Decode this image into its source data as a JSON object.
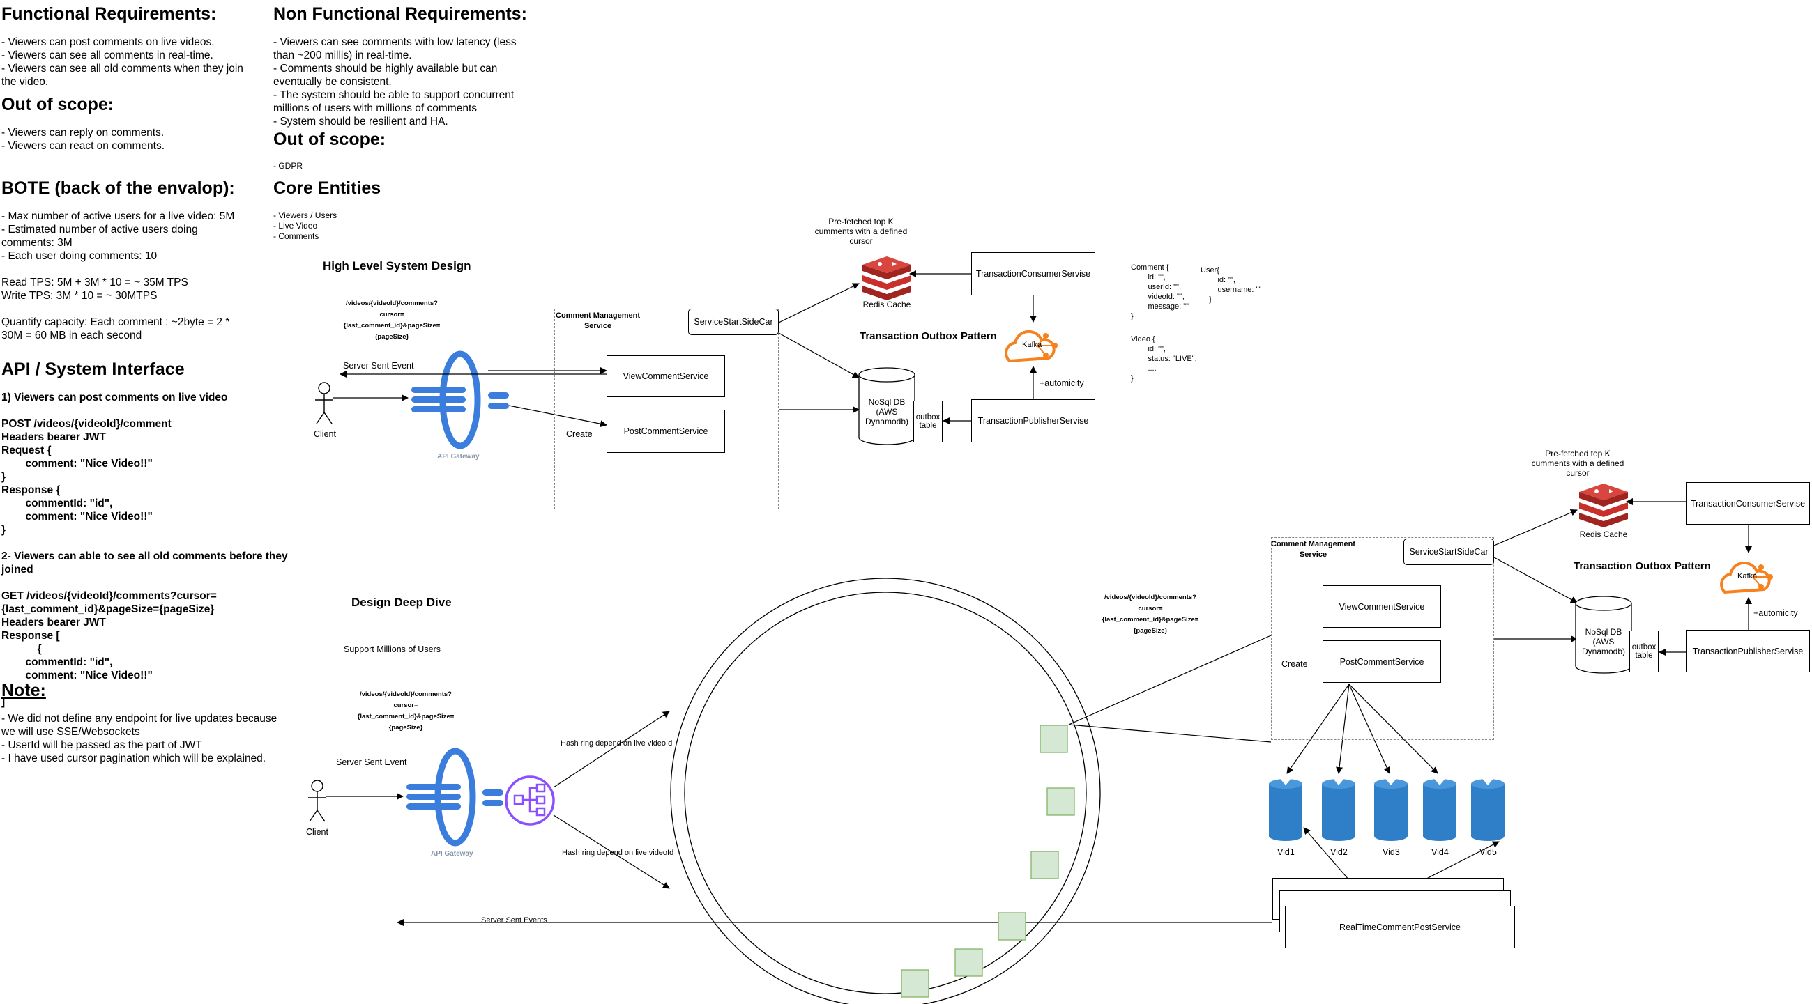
{
  "requirements": {
    "functional_title": "Functional Requirements:",
    "functional_text": "- Viewers can post comments on live videos.\n- Viewers can see all comments in real-time.\n- Viewers can see all old comments when they join\nthe video.",
    "out_scope_title": "Out of scope:",
    "out_scope_text": "- Viewers can reply on comments.\n- Viewers can react on comments.",
    "bote_title": "BOTE (back of the envalop):",
    "bote_text": "- Max number of active users for a live video: 5M\n- Estimated number of active users doing\ncomments: 3M\n- Each user doing comments: 10\n\nRead TPS: 5M + 3M * 10 = ~ 35M TPS\nWrite TPS: 3M * 10 = ~ 30MTPS\n\nQuantify capacity: Each comment : ~2byte = 2 *\n30M = 60 MB in each second",
    "api_title": "API / System Interface",
    "api_text": "1) Viewers can post comments on live video\n\nPOST /videos/{videoId}/comment\nHeaders bearer JWT\nRequest {\n        comment: \"Nice Video!!\"\n}\nResponse {\n        commentId: \"id\",\n        comment: \"Nice Video!!\"\n}\n\n2- Viewers can able to see all old comments before they\njoined\n\nGET /videos/{videoId}/comments?cursor=\n{last_comment_id}&pageSize={pageSize}\nHeaders bearer JWT\nResponse [\n            {\n        commentId: \"id\",\n        comment: \"Nice Video!!\"\n        }\n]",
    "note_title": "Note:",
    "note_text": "- We did not define any endpoint for live updates because\nwe will use SSE/Websockets\n- UserId will be passed as the part of JWT\n- I have used cursor pagination which will be explained.",
    "nfr_title": "Non Functional Requirements:",
    "nfr_text": "- Viewers can see comments with low latency (less\nthan ~200 millis) in real-time.\n- Comments should be highly available but can\neventually be consistent.\n- The system should be able to support concurrent\nmillions of users with millions of comments\n- System should be resilient and HA.",
    "nfr_out_scope_title": "Out of scope:",
    "nfr_out_scope_text": "- GDPR",
    "core_title": "Core Entities",
    "core_text": "- Viewers / Users\n- Live Video\n- Comments"
  },
  "entities_text": {
    "comment": "Comment {\n        id: \"\",\n        userId: \"\",\n        videoId: \"\",\n        message: \"\"\n}",
    "user": "User{\n        id: \"\",\n        username: \"\"\n    }",
    "video": "Video {\n        id: \"\",\n        status: \"LIVE\",\n        ....\n}"
  },
  "hld": {
    "title": "High Level System Design",
    "get_url": "/videos/{videoId}/comments?\ncursor=\n{last_comment_id}&pageSize=\n{pageSize}",
    "sse_label": "Server Sent Event",
    "client_label": "Client",
    "gateway_label": "API Gateway",
    "cms_label": "Comment Management\nService",
    "sidecar": "ServiceStartSideCar",
    "view_service": "ViewCommentService",
    "post_service": "PostCommentService",
    "create_label": "Create",
    "prefetch": "Pre-fetched top K\ncumments with a defined\ncursor",
    "redis": "Redis Cache",
    "consumer": "TransactionConsumerServise",
    "outbox_title": "Transaction Outbox Pattern",
    "kafka": "Kafka",
    "atomicity": "+automicity",
    "nosql": "NoSql DB\n(AWS\nDynamodb)",
    "outbox_table": "outbox\ntable",
    "publisher": "TransactionPublisherServise"
  },
  "deep": {
    "title": "Design Deep Dive",
    "support": "Support Millions of Users",
    "get_url": "/videos/{videoId}/comments?\ncursor=\n{last_comment_id}&pageSize=\n{pageSize}",
    "get_url_right": "/videos/{videoId}/comments?\ncursor=\n{last_comment_id}&pageSize=\n{pageSize}",
    "sse_label": "Server Sent Event",
    "client_label": "Client",
    "gateway_label": "API Gateway",
    "hash_ring_1": "Hash ring depend on live videoId",
    "hash_ring_2": "Hash ring depend on live videoId",
    "sse_events": "Server Sent Events",
    "realtime": "RealTimeCommentPostService",
    "cms_label": "Comment Management\nService",
    "sidecar": "ServiceStartSideCar",
    "view_service": "ViewCommentService",
    "post_service": "PostCommentService",
    "create_label": "Create",
    "prefetch": "Pre-fetched top K\ncumments with a defined\ncursor",
    "redis": "Redis Cache",
    "consumer": "TransactionConsumerServise",
    "outbox_title": "Transaction Outbox Pattern",
    "kafka": "Kafka",
    "atomicity": "+automicity",
    "nosql": "NoSql DB\n(AWS\nDynamodb)",
    "outbox_table": "outbox\ntable",
    "publisher": "TransactionPublisherServise",
    "vids": [
      "Vid1",
      "Vid2",
      "Vid3",
      "Vid4",
      "Vid5"
    ]
  },
  "colors": {
    "gateway_blue": "#3b7ddd",
    "redis_red": "#c9302c",
    "kafka_orange": "#f5821f",
    "lb_purple": "#8c4fff",
    "db_blue": "#2f7fc8",
    "ring_node_green": "#d5e8d4",
    "ring_node_border": "#82b366"
  }
}
